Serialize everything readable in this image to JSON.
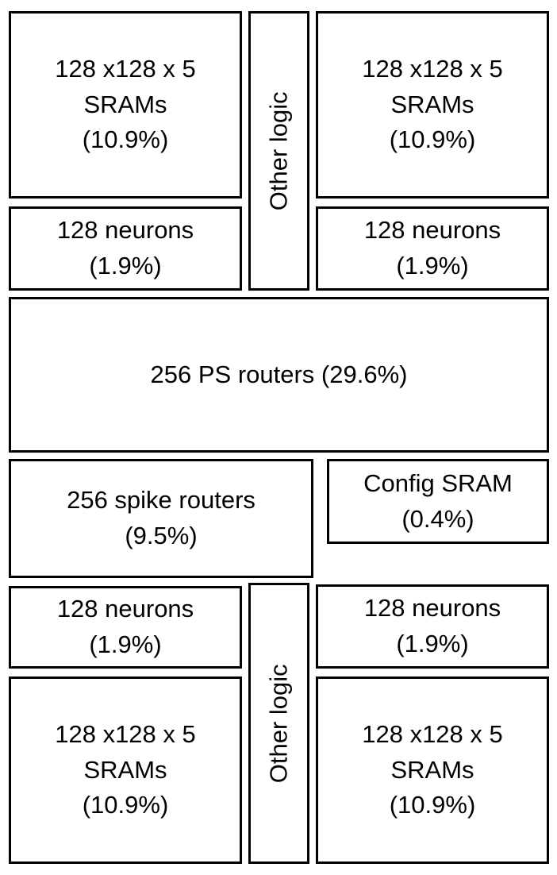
{
  "blocks": {
    "top_left_sram": {
      "label": "128 x128 x 5\nSRAMs\n(10.9%)"
    },
    "top_left_neurons": {
      "label": "128 neurons\n(1.9%)"
    },
    "top_other_logic": {
      "label": "Other logic"
    },
    "top_right_sram": {
      "label": "128 x128 x 5\nSRAMs\n(10.9%)"
    },
    "top_right_neurons": {
      "label": "128 neurons\n(1.9%)"
    },
    "ps_routers": {
      "label": "256 PS routers (29.6%)"
    },
    "spike_routers": {
      "label": "256 spike routers\n(9.5%)"
    },
    "config_sram": {
      "label": "Config SRAM\n(0.4%)"
    },
    "bottom_left_neurons": {
      "label": "128 neurons\n(1.9%)"
    },
    "bottom_left_sram": {
      "label": "128 x128 x 5\nSRAMs\n(10.9%)"
    },
    "bottom_other_logic": {
      "label": "Other logic"
    },
    "bottom_right_neurons": {
      "label": "128 neurons\n(1.9%)"
    },
    "bottom_right_sram": {
      "label": "128 x128 x 5\nSRAMs\n(10.9%)"
    }
  },
  "colors": {
    "border": "#000000",
    "background": "#ffffff",
    "text": "#000000"
  }
}
